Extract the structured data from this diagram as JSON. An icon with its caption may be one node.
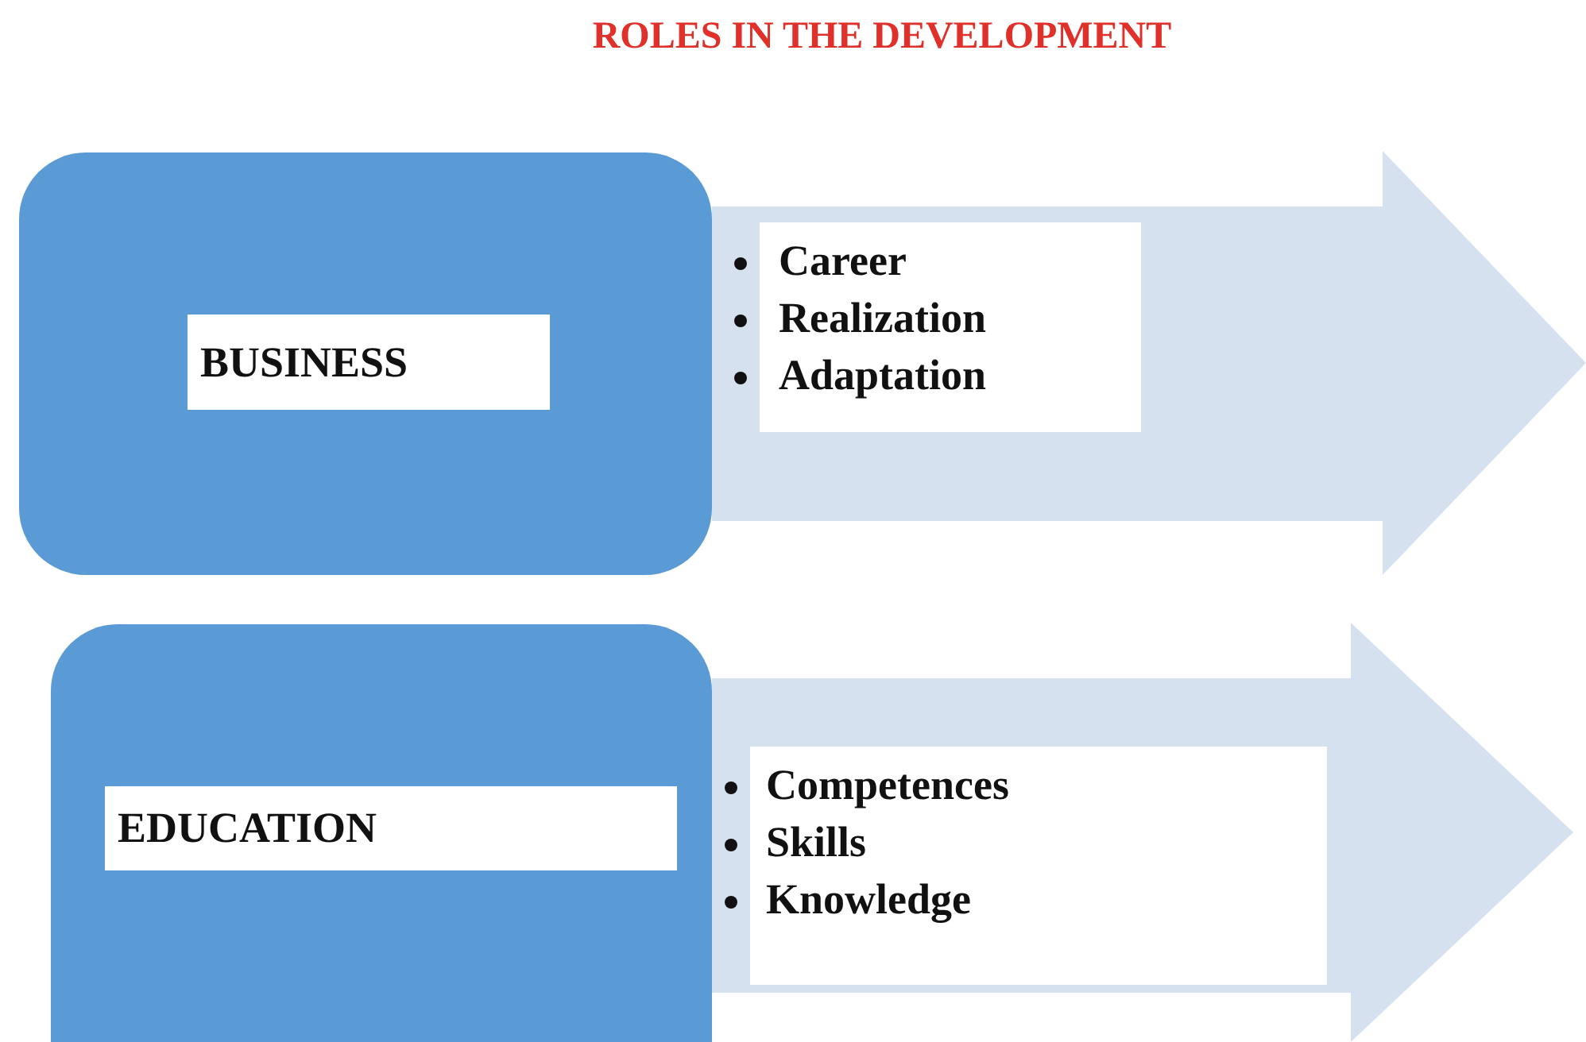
{
  "diagram": {
    "title": "ROLES IN THE DEVELOPMENT",
    "nodes": [
      {
        "text": [
          "BUSINESS"
        ]
      },
      {
        "text": [
          "Career",
          "Realization",
          "Adaptation"
        ]
      },
      {
        "text": [
          "EDUCATION"
        ]
      },
      {
        "text": [
          "Competences",
          "Skills",
          "Knowledge"
        ]
      }
    ]
  }
}
